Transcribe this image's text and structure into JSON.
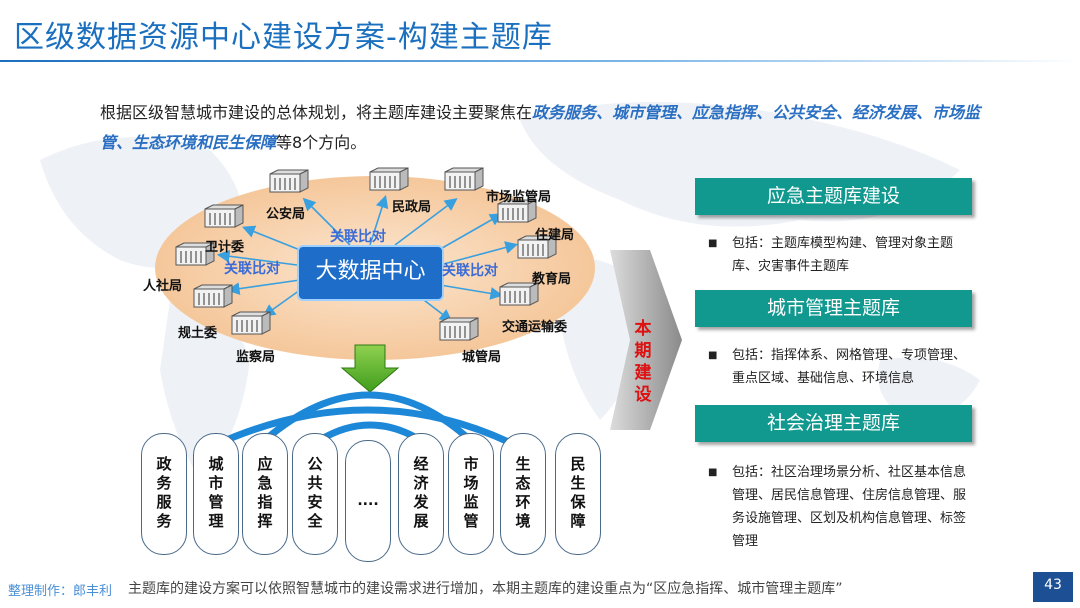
{
  "slide": {
    "title": "区级数据资源中心建设方案-构建主题库",
    "intro_parts": [
      {
        "text": "根据区级智慧城市建设的总体规划，将主题库建设主要聚焦在",
        "hl": false
      },
      {
        "text": "政务服务、城市管理、应急指挥、公共安全、经济发展、市场监管、生态环境和民生保障",
        "hl": true
      },
      {
        "text": "等8个方向。",
        "hl": false
      }
    ],
    "center": "大数据中心",
    "relation_label": "关联比对",
    "nodes": {
      "gongan": "公安局",
      "minzheng": "民政局",
      "shichang": "市场监管局",
      "zhujian": "住建局",
      "jiaoyu": "教育局",
      "jiaotong": "交通运输委",
      "chengguan": "城管局",
      "jiancha": "监察局",
      "guitu": "规土委",
      "renshe": "人社局",
      "weiji": "卫计委"
    },
    "pills": [
      "政务服务",
      "城市管理",
      "应急指挥",
      "公共安全",
      "....",
      "经济发展",
      "市场监管",
      "生态环境",
      "民生保障"
    ],
    "arrow_text": "本期建设",
    "topics": [
      {
        "title": "应急主题库建设",
        "desc": "包括：主题库模型构建、管理对象主题库、灾害事件主题库"
      },
      {
        "title": "城市管理主题库",
        "desc": "包括：指挥体系、网格管理、专项管理、重点区域、基础信息、环境信息"
      },
      {
        "title": "社会治理主题库",
        "desc": "包括：社区治理场景分析、社区基本信息管理、居民信息管理、住房信息管理、服务设施管理、区划及机构信息管理、标签管理"
      }
    ],
    "footer_credit": "整理制作：郎丰利",
    "footer_text": "主题库的建设方案可以依照智慧城市的建设需求进行增加，本期主题库的建设重点为“区应急指挥、城市管理主题库”",
    "page_number": "43"
  }
}
